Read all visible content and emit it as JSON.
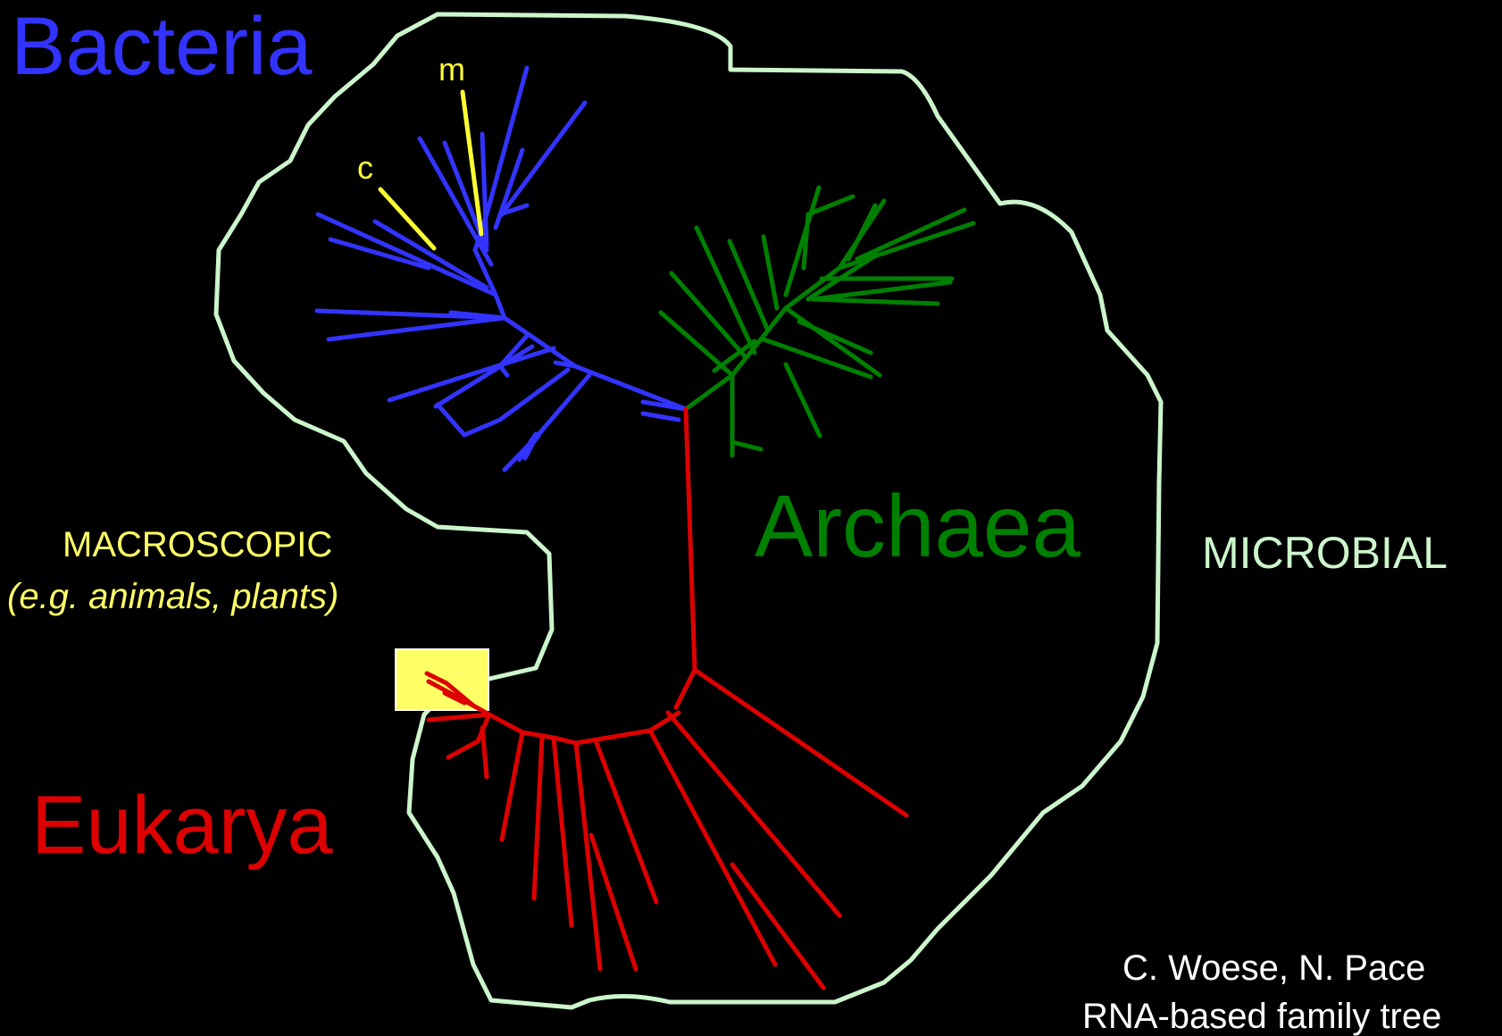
{
  "colors": {
    "background": "#000000",
    "bacteria": "#3333ff",
    "archaea": "#008000",
    "eukarya": "#dd0000",
    "outline": "#ccf5cc",
    "highlight": "#ffff33",
    "macro_box": "#ffff66"
  },
  "labels": {
    "bacteria": "Bacteria",
    "archaea": "Archaea",
    "eukarya": "Eukarya",
    "macroscopic": "MACROSCOPIC",
    "macroscopic_example": "(e.g. animals, plants)",
    "microbial": "MICROBIAL",
    "credit": "C. Woese, N. Pace",
    "credit_line2": "RNA-based family tree",
    "mitochondria_marker": "m",
    "chloroplast_marker": "c"
  }
}
